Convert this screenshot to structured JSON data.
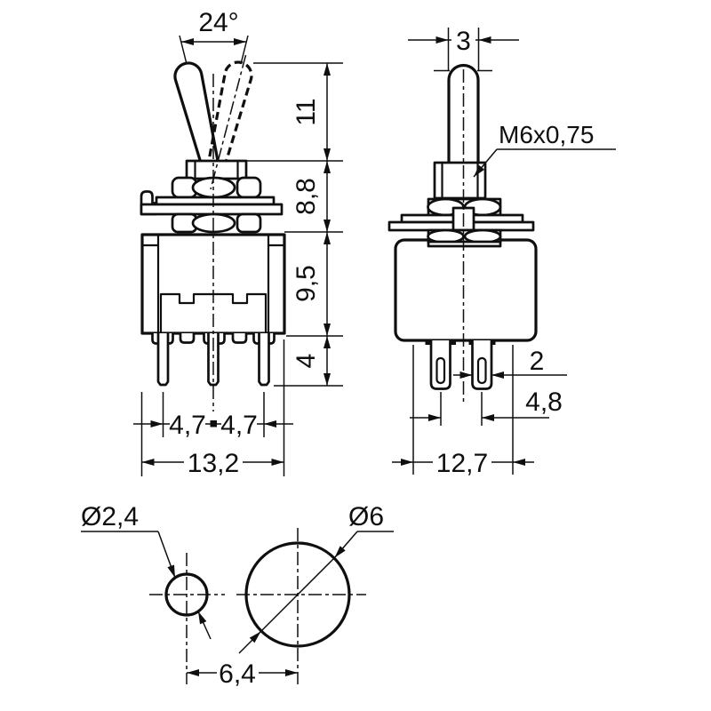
{
  "drawing": {
    "title": "toggle-switch-dimension-drawing",
    "ink_color": "#0f0f0f",
    "paper_color": "#ffffff"
  },
  "labels": {
    "angle": "24°",
    "lever_height": "11",
    "bushing_height": "8,8",
    "body_height": "9,5",
    "pin_length": "4",
    "pin_pitch_left": "4,7",
    "pin_pitch_right": "4,7",
    "body_width": "13,2",
    "lever_width": "3",
    "thread": "M6x0,75",
    "pin_thickness": "2",
    "pin_row_pitch": "4,8",
    "body_depth": "12,7",
    "hole_small": "Ø2,4",
    "hole_large": "Ø6",
    "hole_pitch": "6,4"
  }
}
